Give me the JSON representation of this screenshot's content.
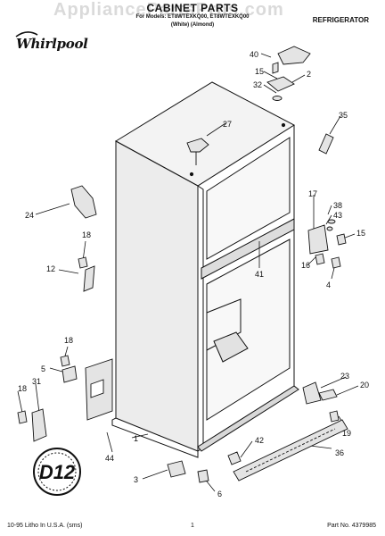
{
  "header": {
    "title": "CABINET PARTS",
    "subtitle": "For Models: ET8WTEXKQ00, ET8WTEXKQ00",
    "finish": "(White)  (Almond)",
    "category": "REFRIGERATOR",
    "watermark": "AppliancePartsPros.com",
    "brand": "Whirlpool"
  },
  "callouts": {
    "c40": "40",
    "c15a": "15",
    "c2": "2",
    "c32": "32",
    "c27": "27",
    "c35": "35",
    "c24": "24",
    "c17": "17",
    "c38": "38",
    "c43": "43",
    "c15b": "15",
    "c18a": "18",
    "c12": "12",
    "c41": "41",
    "c16": "16",
    "c4": "4",
    "c18b": "18",
    "c5": "5",
    "c18c": "18",
    "c31": "31",
    "c23": "23",
    "c20": "20",
    "c19": "19",
    "c1": "1",
    "c44": "44",
    "c42": "42",
    "c36": "36",
    "c3": "3",
    "c6": "6"
  },
  "badge_text": "D12",
  "footer": {
    "left": "10-95 Litho In U.S.A. (sms)",
    "page": "1",
    "part_no": "Part No. 4379985"
  }
}
